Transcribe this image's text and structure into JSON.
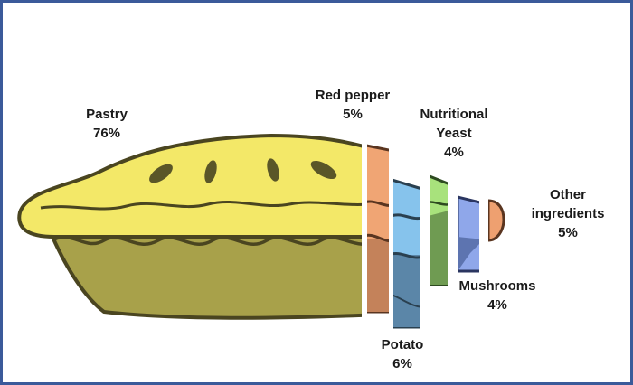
{
  "chart_data": {
    "type": "pie",
    "style": "pictorial exploded pie slices (pie illustration cut into vertical strips)",
    "title": "",
    "categories": [
      "Pastry",
      "Red pepper",
      "Potato",
      "Nutritional Yeast",
      "Mushrooms",
      "Other ingredients"
    ],
    "values": [
      76,
      5,
      6,
      4,
      4,
      5
    ],
    "unit": "%",
    "labels": [
      {
        "name": "Pastry",
        "value": "76%"
      },
      {
        "name": "Red pepper",
        "value": "5%"
      },
      {
        "name": "Potato",
        "value": "6%"
      },
      {
        "name": "Nutritional Yeast",
        "value": "4%"
      },
      {
        "name": "Mushrooms",
        "value": "4%"
      },
      {
        "name": "Other ingredients",
        "value": "5%"
      }
    ],
    "colors": {
      "Pastry": "#f3e868",
      "Red pepper": "#f0a574",
      "Potato": "#86c3ec",
      "Nutritional Yeast": "#a8e27c",
      "Mushrooms": "#8fa7ea",
      "Other ingredients": "#eea070"
    },
    "legend": "none (direct labels)",
    "grid": false
  },
  "labels": {
    "pastry": {
      "name": "Pastry",
      "value": "76%"
    },
    "red_pepper": {
      "name": "Red pepper",
      "value": "5%"
    },
    "nutritional_yeast": {
      "line1": "Nutritional",
      "line2": "Yeast",
      "value": "4%"
    },
    "potato": {
      "name": "Potato",
      "value": "6%"
    },
    "mushrooms": {
      "name": "Mushrooms",
      "value": "4%"
    },
    "other": {
      "line1": "Other",
      "line2": "ingredients",
      "value": "5%"
    }
  }
}
